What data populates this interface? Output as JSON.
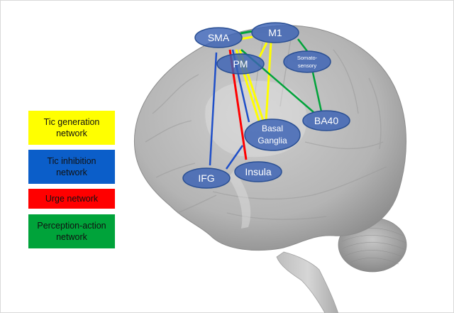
{
  "legend": [
    {
      "label": "Tic generation\nnetwork",
      "color": "#ffff00"
    },
    {
      "label": "Tic inhibition\nnetwork",
      "color": "#0b5ec9"
    },
    {
      "label": "Urge network",
      "color": "#ff0000"
    },
    {
      "label": "Perception-action\nnetwork",
      "color": "#00a33a"
    }
  ],
  "nodes": {
    "sma": "SMA",
    "m1": "M1",
    "pm": "PM",
    "somato_line1": "Somato-",
    "somato_line2": "sensory",
    "ba40": "BA40",
    "basal_line1": "Basal",
    "basal_line2": "Ganglia",
    "ifg": "IFG",
    "insula": "Insula"
  },
  "connections": [
    {
      "from": "SMA",
      "to": "M1",
      "network": "Tic generation"
    },
    {
      "from": "SMA",
      "to": "M1",
      "network": "Perception-action"
    },
    {
      "from": "SMA",
      "to": "Basal Ganglia",
      "network": "Tic generation"
    },
    {
      "from": "M1",
      "to": "Basal Ganglia",
      "network": "Tic generation"
    },
    {
      "from": "SMA",
      "to": "IFG",
      "network": "Tic inhibition"
    },
    {
      "from": "SMA",
      "to": "Basal Ganglia",
      "network": "Tic inhibition"
    },
    {
      "from": "Basal Ganglia",
      "to": "IFG",
      "network": "Tic inhibition"
    },
    {
      "from": "SMA",
      "to": "Insula",
      "network": "Urge"
    },
    {
      "from": "SMA",
      "to": "BA40",
      "network": "Perception-action"
    },
    {
      "from": "M1",
      "to": "Somatosensory",
      "network": "Perception-action"
    },
    {
      "from": "Somatosensory",
      "to": "BA40",
      "network": "Perception-action"
    }
  ]
}
